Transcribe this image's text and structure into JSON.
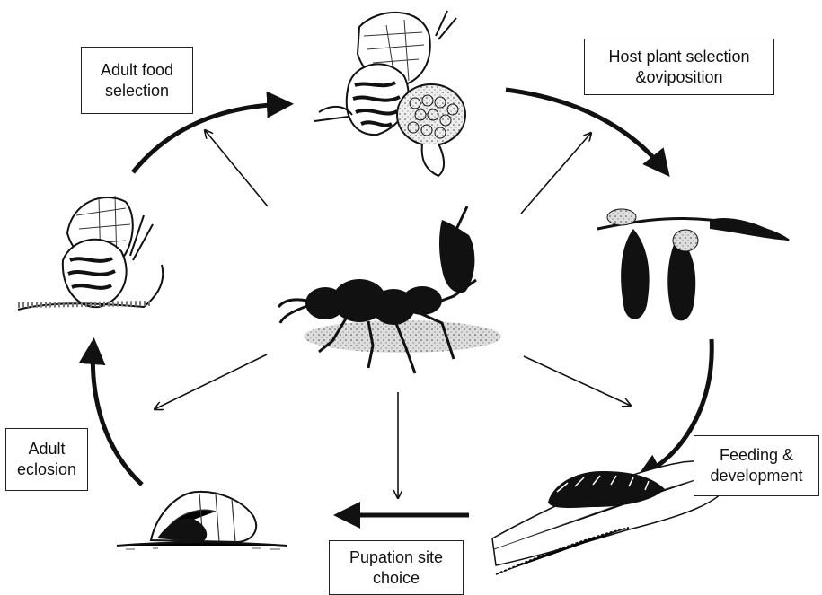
{
  "diagram": {
    "colors": {
      "ink": "#111111",
      "line": "#222222",
      "background": "#ffffff"
    },
    "labels": {
      "adult_food": [
        "Adult food",
        "selection"
      ],
      "host_plant": [
        "Host plant selection",
        "&oviposition"
      ],
      "feeding": [
        "Feeding &",
        "development"
      ],
      "pupation": [
        "Pupation site",
        "choice"
      ],
      "eclosion": [
        "Adult",
        "eclosion"
      ]
    },
    "illustrations": [
      {
        "name": "butterfly-on-flower-illustration"
      },
      {
        "name": "eggs-on-stem-illustration"
      },
      {
        "name": "caterpillar-on-leaf-illustration"
      },
      {
        "name": "pupa-illustration"
      },
      {
        "name": "newly-eclosed-butterfly-illustration"
      },
      {
        "name": "ant-illustration"
      }
    ]
  }
}
